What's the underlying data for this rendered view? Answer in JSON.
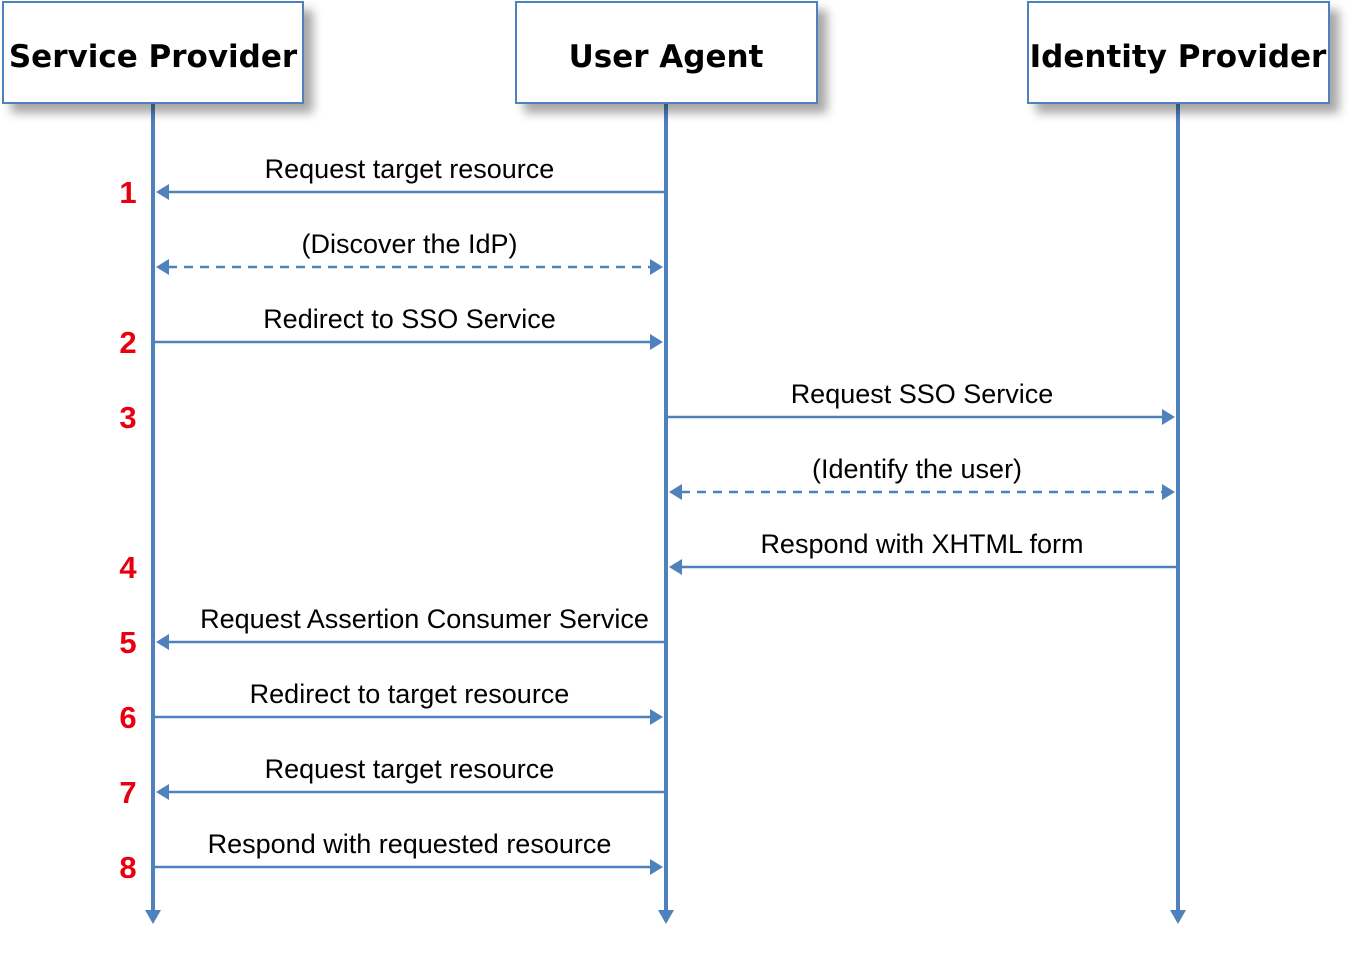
{
  "colors": {
    "line": "#4f81bd",
    "step_number": "#e8000f",
    "text": "#000000"
  },
  "actors": [
    {
      "name": "Service Provider"
    },
    {
      "name": "User Agent"
    },
    {
      "name": "Identity Provider"
    }
  ],
  "messages": [
    {
      "label": "Request target resource",
      "from": 1,
      "to": 0,
      "style": "solid",
      "step": "1"
    },
    {
      "label": "(Discover the IdP)",
      "from": 0,
      "to": 1,
      "style": "dashed",
      "bidirectional": true,
      "step": ""
    },
    {
      "label": "Redirect to SSO Service",
      "from": 0,
      "to": 1,
      "style": "solid",
      "step": "2"
    },
    {
      "label": "Request SSO Service",
      "from": 1,
      "to": 2,
      "style": "solid",
      "step": "3"
    },
    {
      "label": "(Identify the user)",
      "from": 1,
      "to": 2,
      "style": "dashed",
      "bidirectional": true,
      "step": ""
    },
    {
      "label": "Respond with XHTML form",
      "from": 2,
      "to": 1,
      "style": "solid",
      "step": "4"
    },
    {
      "label": "Request Assertion Consumer Service",
      "from": 1,
      "to": 0,
      "style": "solid",
      "step": "5"
    },
    {
      "label": "Redirect to target resource",
      "from": 0,
      "to": 1,
      "style": "solid",
      "step": "6"
    },
    {
      "label": "Request target resource",
      "from": 1,
      "to": 0,
      "style": "solid",
      "step": "7"
    },
    {
      "label": "Respond with requested resource",
      "from": 0,
      "to": 1,
      "style": "solid",
      "step": "8"
    }
  ]
}
